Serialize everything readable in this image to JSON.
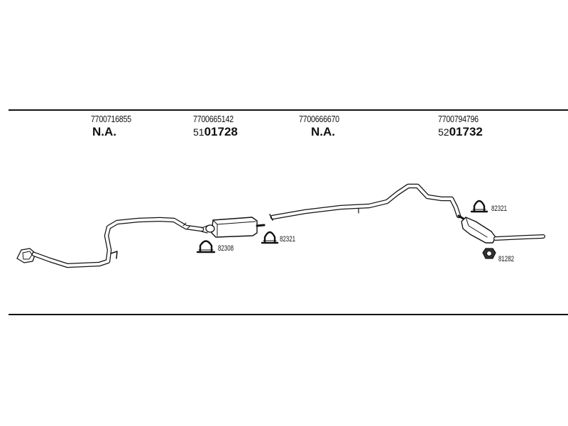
{
  "columns": [
    {
      "oe_number": "7700716855",
      "part": {
        "type": "na",
        "text": "N.A."
      }
    },
    {
      "oe_number": "7700665142",
      "part": {
        "type": "pn",
        "prefix": "51",
        "main": "01728"
      }
    },
    {
      "oe_number": "7700666670",
      "part": {
        "type": "na",
        "text": "N.A."
      }
    },
    {
      "oe_number": "7700794796",
      "part": {
        "type": "pn",
        "prefix": "52",
        "main": "01732"
      }
    }
  ],
  "fittings": [
    {
      "code": "82308"
    },
    {
      "code": "82321"
    },
    {
      "code": "82321"
    },
    {
      "code": "81282"
    }
  ]
}
